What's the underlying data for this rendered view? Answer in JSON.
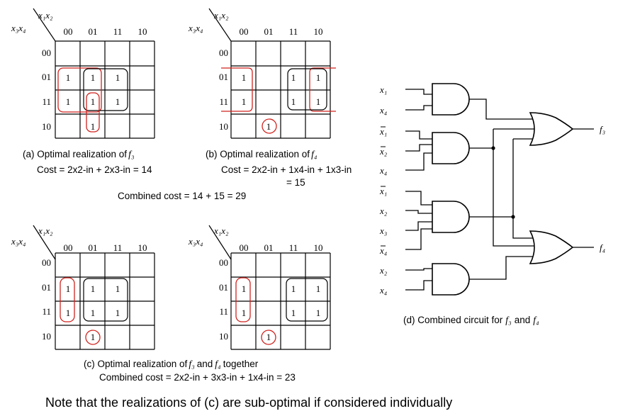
{
  "kmaps": [
    {
      "col_var": "x₁x₂",
      "row_var": "x₃x₄",
      "cols": [
        "00",
        "01",
        "11",
        "10"
      ],
      "rows": [
        "00",
        "01",
        "11",
        "10"
      ],
      "one": "1"
    },
    {
      "col_var": "x₁x₂",
      "row_var": "x₃x₄",
      "cols": [
        "00",
        "01",
        "11",
        "10"
      ],
      "rows": [
        "00",
        "01",
        "11",
        "10"
      ],
      "one": "1"
    },
    {
      "col_var": "x₁x₂",
      "row_var": "x₃x₄",
      "cols": [
        "00",
        "01",
        "11",
        "10"
      ],
      "rows": [
        "00",
        "01",
        "11",
        "10"
      ],
      "one": "1"
    },
    {
      "col_var": "x₁x₂",
      "row_var": "x₃x₄",
      "cols": [
        "00",
        "01",
        "11",
        "10"
      ],
      "rows": [
        "00",
        "01",
        "11",
        "10"
      ],
      "one": "1"
    }
  ],
  "captions": {
    "a_title": "(a) Optimal realization of",
    "a_fn": "f₃",
    "a_cost": "Cost = 2x2-in + 2x3-in = 14",
    "b_title": "(b) Optimal realization of",
    "b_fn": "f₄",
    "b_cost": "Cost = 2x2-in + 1x4-in + 1x3-in",
    "b_total": "= 15",
    "ab_combined": "Combined cost = 14 + 15 = 29",
    "c_title1": "(c) Optimal realization of",
    "c_fn1": "f₃",
    "c_and": "and",
    "c_fn2": "f₄",
    "c_title2": "together",
    "c_cost": "Combined cost = 2x2-in + 3x3-in + 1x4-in = 23",
    "d_title": "(d) Combined circuit for",
    "d_fn1": "f₃",
    "d_and": "and",
    "d_fn2": "f₄"
  },
  "circuit": {
    "inputs": [
      "x₁",
      "x₄",
      "x₁",
      "x₂",
      "x₄",
      "x₁",
      "x₂",
      "x₃",
      "x₄",
      "x₂",
      "x₄"
    ],
    "outputs": [
      "f₃",
      "f₄"
    ],
    "gate_icons": [
      "and-gate-icon",
      "or-gate-icon"
    ]
  },
  "note": "Note that the realizations of (c) are sub-optimal if considered individually",
  "colors": {
    "group_red": "#d0231e",
    "line": "#000000",
    "background": "#ffffff"
  }
}
